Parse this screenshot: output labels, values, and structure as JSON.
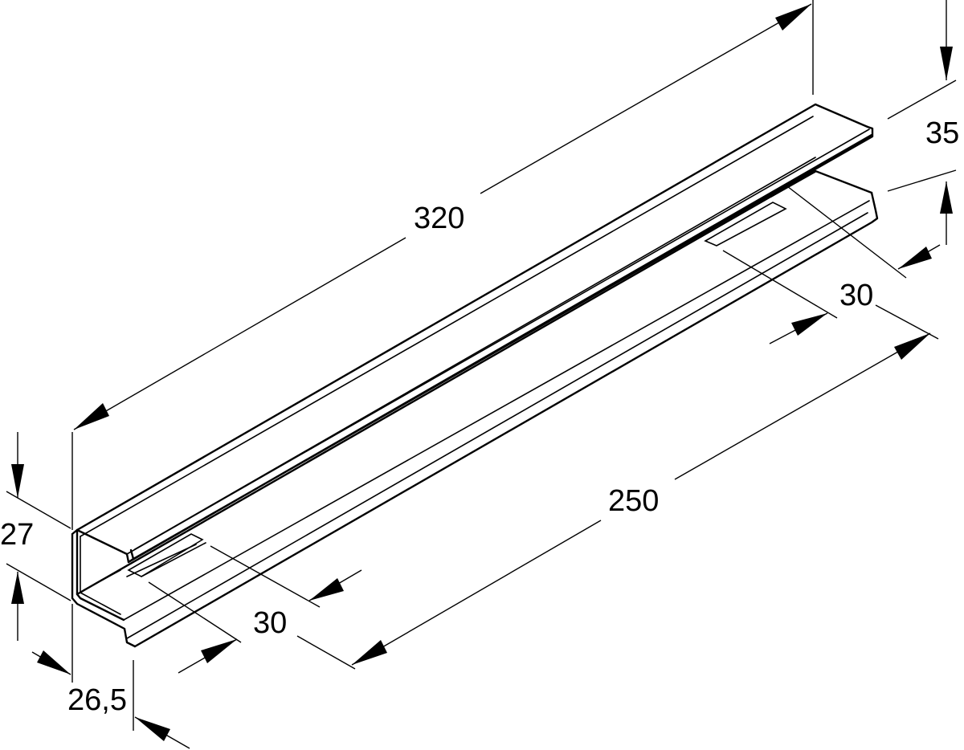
{
  "drawing": {
    "stroke_color": "#000000",
    "background": "#ffffff"
  },
  "dimensions": {
    "length_overall": "320",
    "length_slotted": "250",
    "height": "35",
    "width_front": "27",
    "depth": "26,5",
    "slot_spacing_front": "30",
    "slot_spacing_rear": "30"
  }
}
